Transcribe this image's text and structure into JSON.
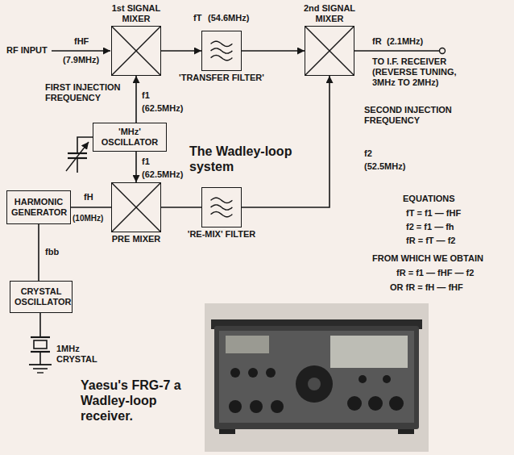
{
  "diagram": {
    "title": "The Wadley-loop system",
    "caption": "Yaesu's FRG-7 a Wadley-loop receiver.",
    "nodes": [
      {
        "text": [
          "1st SIGNAL MIXER"
        ]
      },
      {
        "text": [
          "'TRANSFER FILTER'"
        ]
      },
      {
        "text": [
          "2nd SIGNAL MIXER"
        ]
      },
      {
        "text": [
          "'MHz' OSCILLATOR"
        ]
      },
      {
        "text": [
          "HARMONIC GENERATOR"
        ]
      },
      {
        "text": [
          "PRE MIXER"
        ]
      },
      {
        "text": [
          "'RE-MIX' FILTER"
        ]
      },
      {
        "text": [
          "CRYSTAL OSCILLATOR"
        ]
      }
    ],
    "edges": [
      {
        "from": 0,
        "to": 1,
        "arrow": "to"
      },
      {
        "from": 1,
        "to": 2,
        "arrow": "to"
      },
      {
        "from": 3,
        "to": 0,
        "arrow": "to"
      },
      {
        "from": 3,
        "to": 5,
        "arrow": "to"
      },
      {
        "from": 4,
        "to": 5,
        "arrow": "none"
      },
      {
        "from": 5,
        "to": 6,
        "arrow": "none"
      },
      {
        "from": 6,
        "to": 2,
        "arrow": "to"
      },
      {
        "from": 7,
        "to": 4,
        "arrow": "none"
      }
    ],
    "labels": [
      "RF INPUT",
      "fHF",
      "(7.9MHz)",
      "fT",
      "(54.6MHz)",
      "fR",
      "(2.1MHz)",
      "TO I.F. RECEIVER (REVERSE TUNING, 3MHz TO 2MHz)",
      "FIRST INJECTION FREQUENCY",
      "f1",
      "(62.5MHz)",
      "SECOND INJECTION FREQUENCY",
      "f2",
      "(52.5MHz)",
      "f1",
      "(62.5MHz)",
      "fH",
      "(10MHz)",
      "fbb",
      "1MHz CRYSTAL",
      "EQUATIONS",
      "fT = f1 — fHF",
      "f2 = f1 — fh",
      "fR = fT — f2",
      "FROM WHICH WE OBTAIN",
      "fR = f1 — fHF — f2",
      "OR fR = fH — fHF"
    ]
  }
}
